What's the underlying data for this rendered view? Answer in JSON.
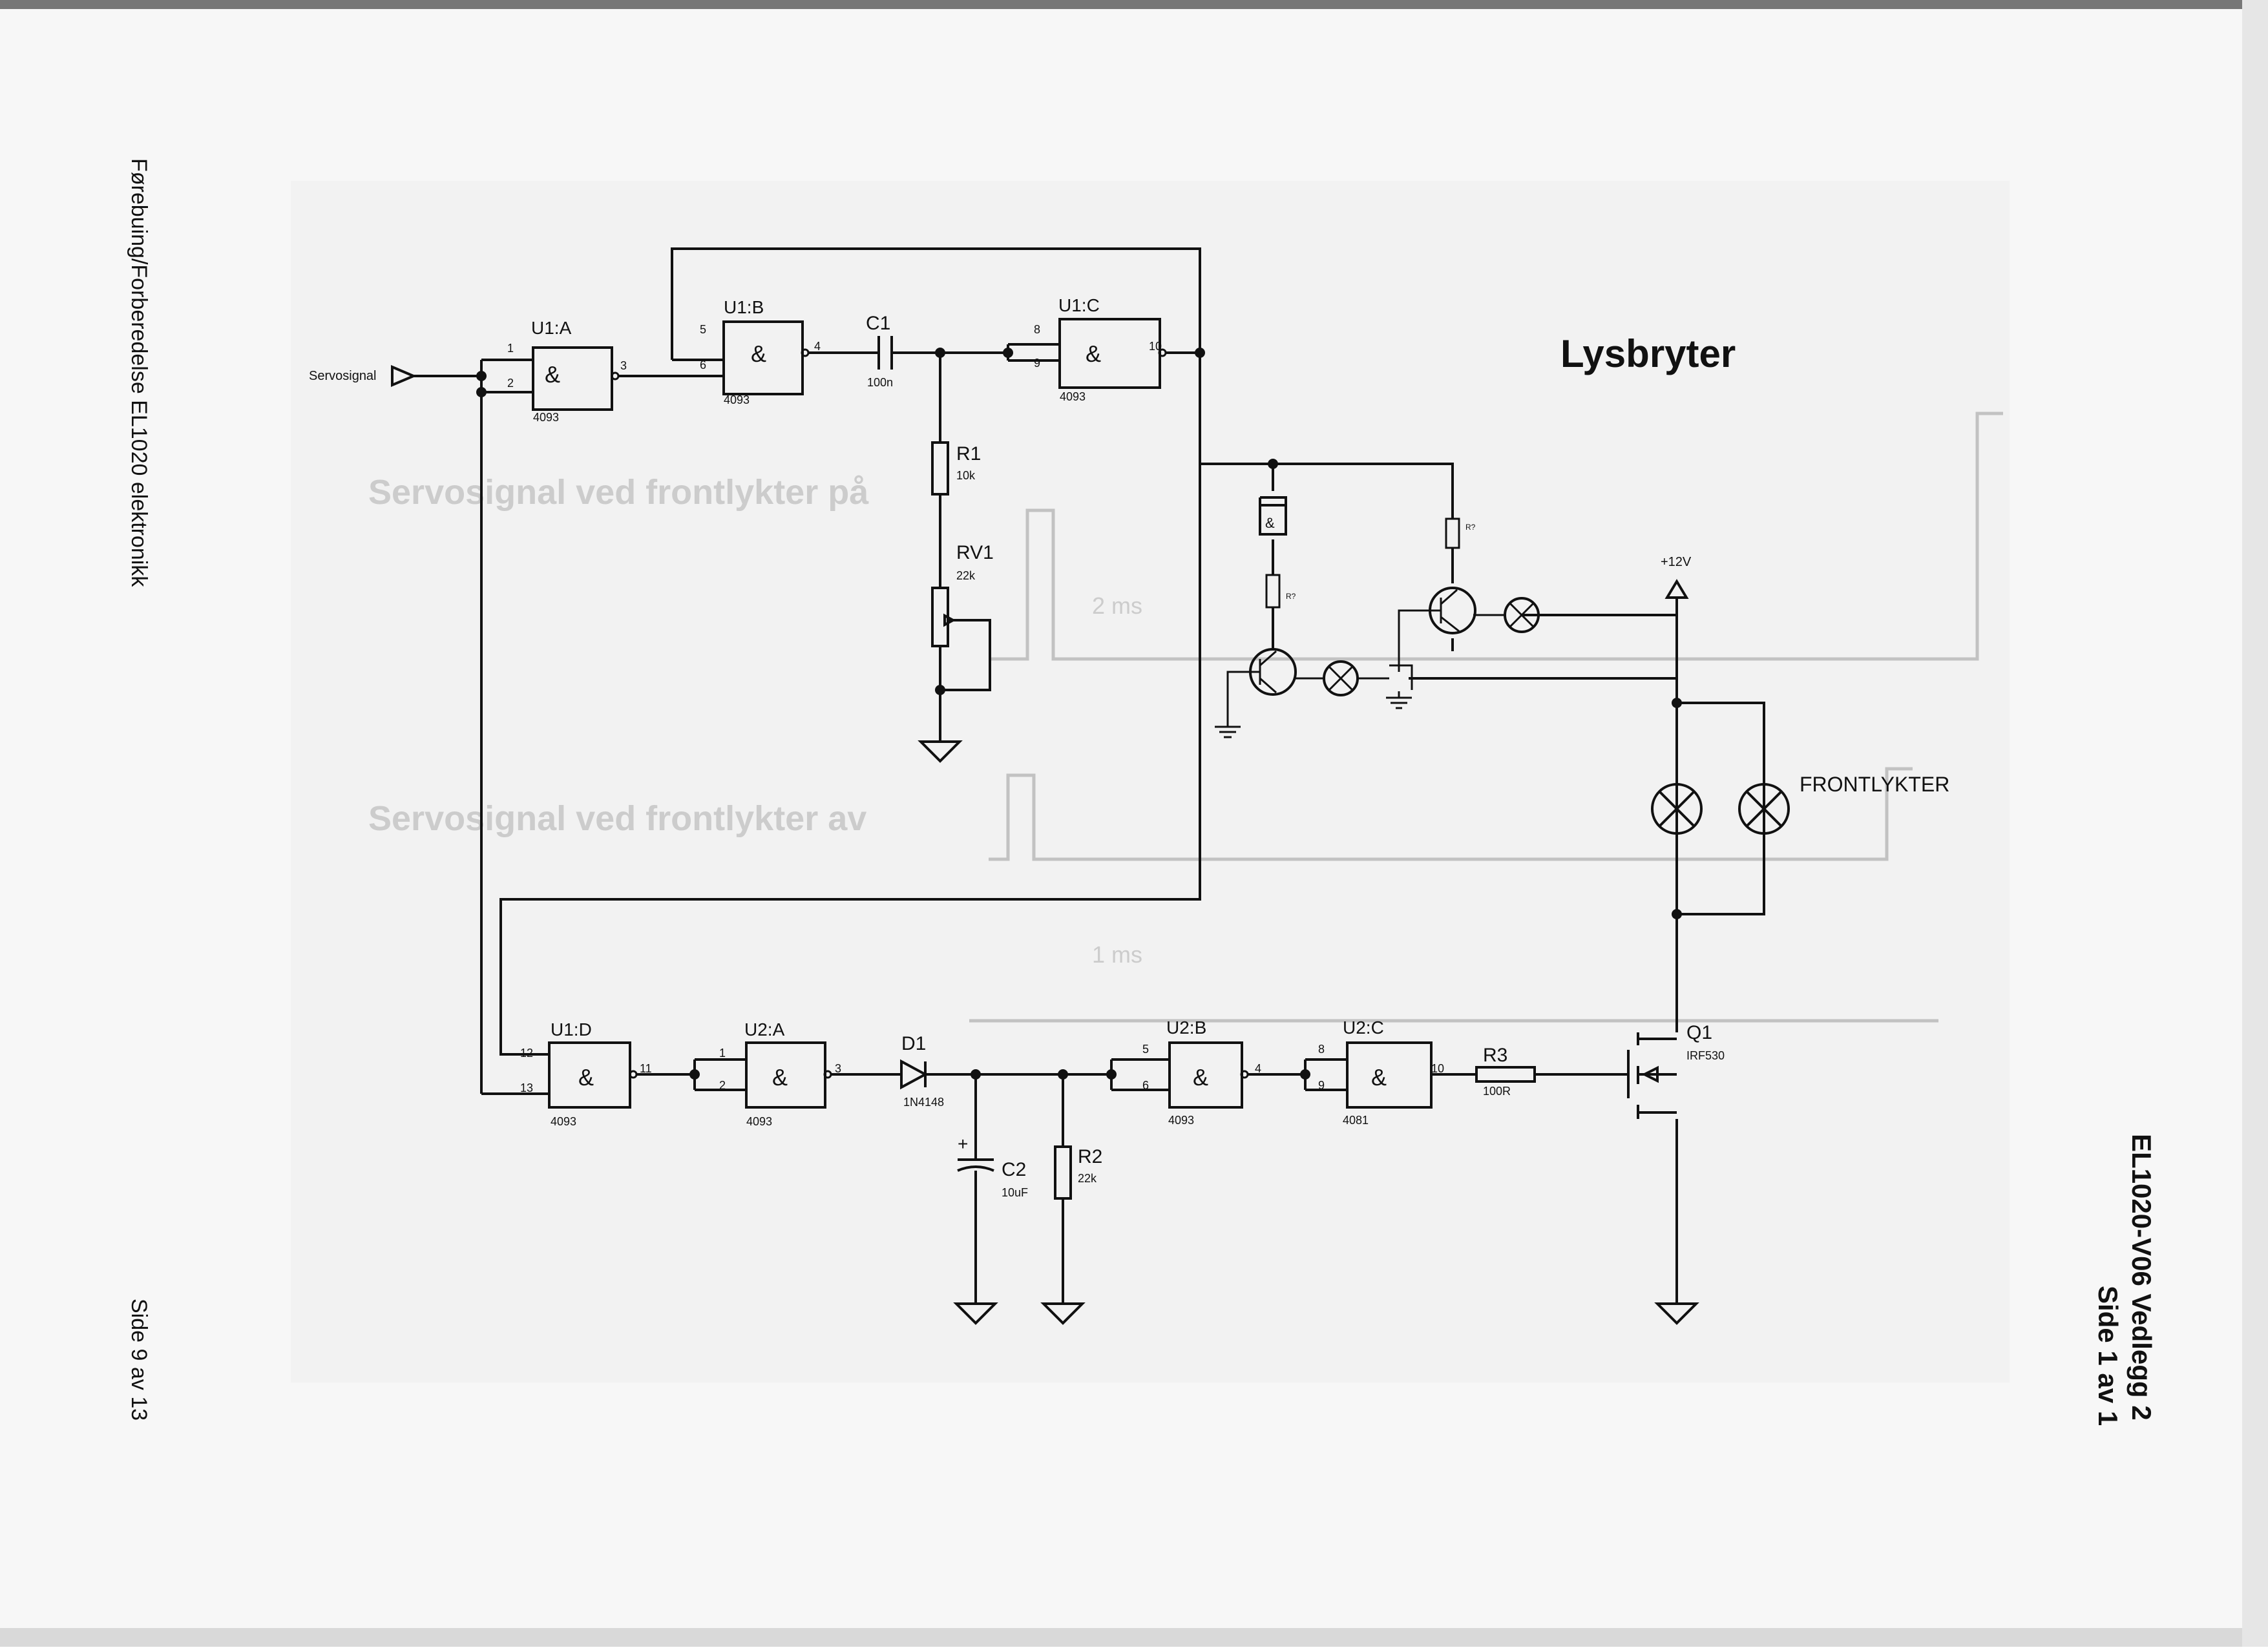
{
  "page": {
    "title": "Lysbryter",
    "side_margin_left": "Førebuing/Forberedelse EL1020 elektronikk",
    "page_number": "Side 9 av 13",
    "doc_id": "EL1020-V06 Vedlegg 2",
    "doc_page": "Side 1 av 1"
  },
  "ghost_text": {
    "line1": "Servosignal ved frontlykter på",
    "line2": "Servosignal ved frontlykter av",
    "t1": "2 ms",
    "t2": "1 ms"
  },
  "labels": {
    "servosignal": "Servosignal",
    "frontlykter": "FRONTLYKTER",
    "vcc": "+12V",
    "and_symbol": "&",
    "plus": "+",
    "r_small": "R?"
  },
  "gates": {
    "u1a": {
      "name": "U1:A",
      "part": "4093",
      "pin_in1": "1",
      "pin_in2": "2",
      "pin_out": "3"
    },
    "u1b": {
      "name": "U1:B",
      "part": "4093",
      "pin_in1": "5",
      "pin_in2": "6",
      "pin_out": "4"
    },
    "u1c": {
      "name": "U1:C",
      "part": "4093",
      "pin_in1": "8",
      "pin_in2": "9",
      "pin_out": "10"
    },
    "u1d": {
      "name": "U1:D",
      "part": "4093",
      "pin_in1": "12",
      "pin_in2": "13",
      "pin_out": "11"
    },
    "u2a": {
      "name": "U2:A",
      "part": "4093",
      "pin_in1": "1",
      "pin_in2": "2",
      "pin_out": "3"
    },
    "u2b": {
      "name": "U2:B",
      "part": "4093",
      "pin_in1": "5",
      "pin_in2": "6",
      "pin_out": "4"
    },
    "u2c": {
      "name": "U2:C",
      "part": "4081",
      "pin_in1": "8",
      "pin_in2": "9",
      "pin_out": "10"
    }
  },
  "components": {
    "c1": {
      "name": "C1",
      "value": "100n"
    },
    "r1": {
      "name": "R1",
      "value": "10k"
    },
    "rv1": {
      "name": "RV1",
      "value": "22k"
    },
    "d1": {
      "name": "D1",
      "value": "1N4148"
    },
    "c2": {
      "name": "C2",
      "value": "10uF"
    },
    "r2": {
      "name": "R2",
      "value": "22k"
    },
    "r3": {
      "name": "R3",
      "value": "100R"
    },
    "q1": {
      "name": "Q1",
      "value": "IRF530"
    }
  }
}
